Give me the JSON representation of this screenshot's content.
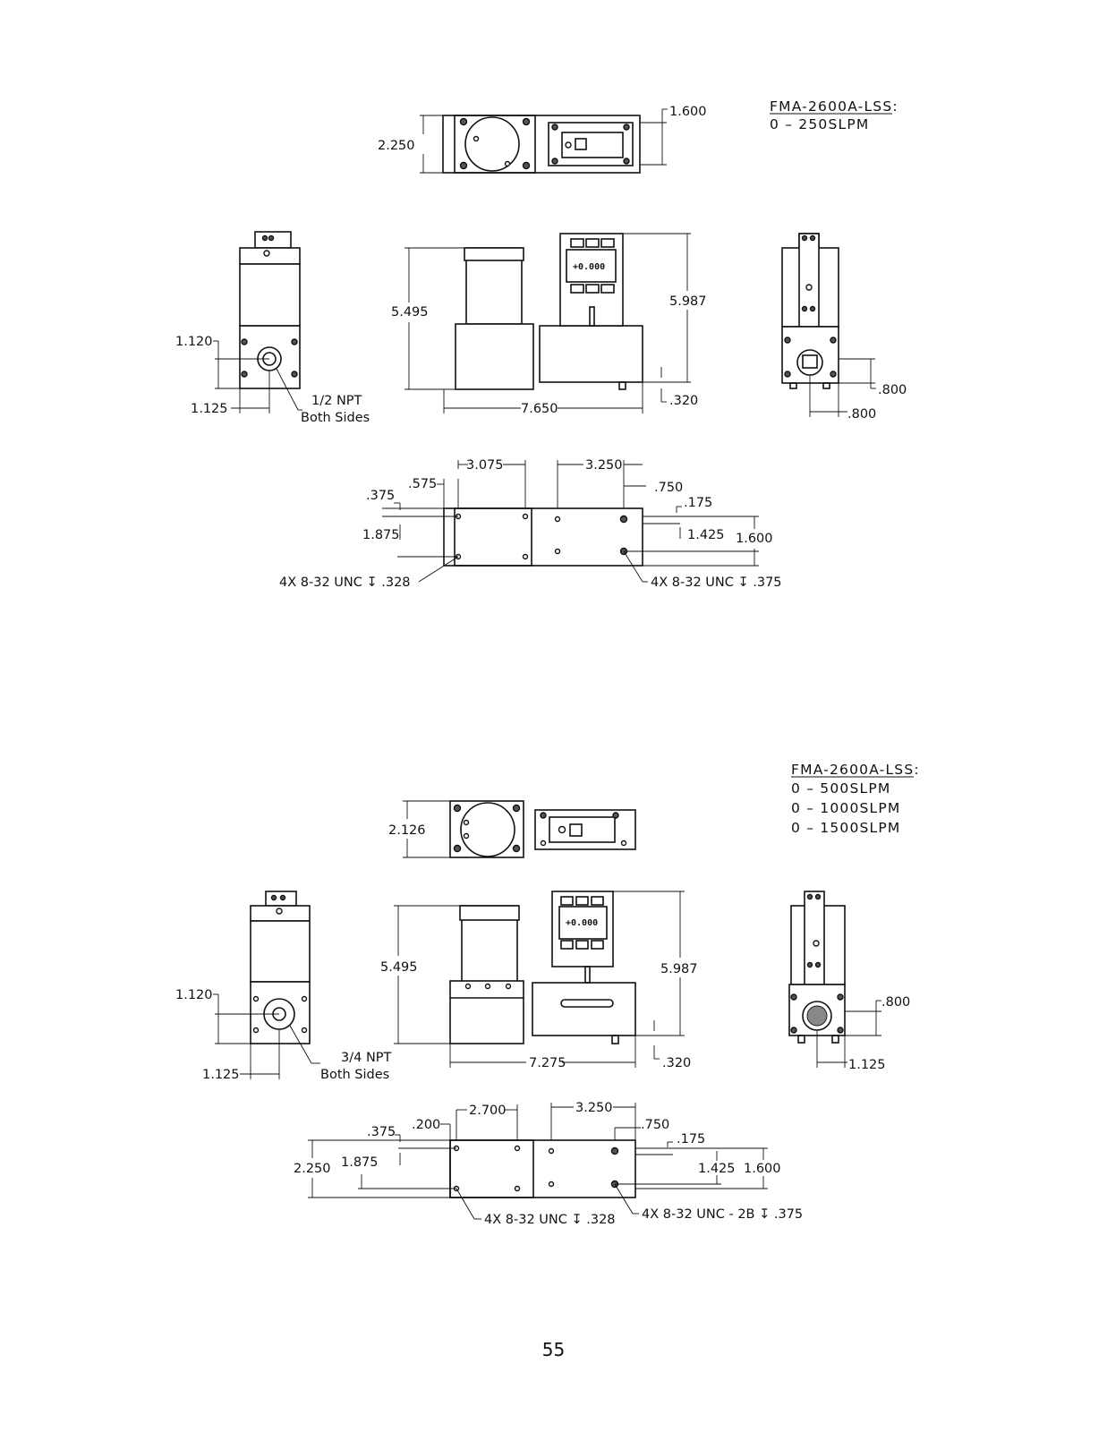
{
  "drawing1": {
    "model_title": "FMA-2600A-LSS:",
    "ranges": [
      "0 – 250SLPM"
    ],
    "top_view": {
      "width": "2.250",
      "height": "1.600"
    },
    "left_side": {
      "inlet_height": "1.120",
      "inlet_offset": "1.125",
      "port_note_1": "1/2 NPT",
      "port_note_2": "Both Sides"
    },
    "front_view": {
      "base_height": "5.495",
      "total_height": "5.987",
      "length": "7.650",
      "foot": ".320"
    },
    "right_side": {
      "height": ".800",
      "width": ".800"
    },
    "bottom_view": {
      "d1": "3.075",
      "d2": ".575",
      "d3": ".375",
      "d4": "1.875",
      "d5": "3.250",
      "d6": ".750",
      "d7": ".175",
      "d8": "1.425",
      "d9": "1.600",
      "thread_left": "4X 8-32 UNC  ↧ .328",
      "thread_right": "4X 8-32 UNC  ↧ .375"
    }
  },
  "drawing2": {
    "model_title": "FMA-2600A-LSS:",
    "ranges": [
      "0 – 500SLPM",
      "0 – 1000SLPM",
      "0 – 1500SLPM"
    ],
    "top_view": {
      "width": "2.126"
    },
    "left_side": {
      "inlet_height": "1.120",
      "inlet_offset": "1.125",
      "port_note_1": "3/4 NPT",
      "port_note_2": "Both Sides"
    },
    "front_view": {
      "base_height": "5.495",
      "total_height": "5.987",
      "length": "7.275",
      "foot": ".320"
    },
    "right_side": {
      "height": ".800",
      "width": "1.125"
    },
    "bottom_view": {
      "d1": "2.700",
      "d2": ".200",
      "d3": ".375",
      "d4": "1.875",
      "d0": "2.250",
      "d5": "3.250",
      "d6": ".750",
      "d7": ".175",
      "d8": "1.425",
      "d9": "1.600",
      "thread_left": "4X 8-32 UNC  ↧ .328",
      "thread_right": "4X 8-32 UNC  - 2B ↧ .375"
    }
  },
  "page_number": "55"
}
